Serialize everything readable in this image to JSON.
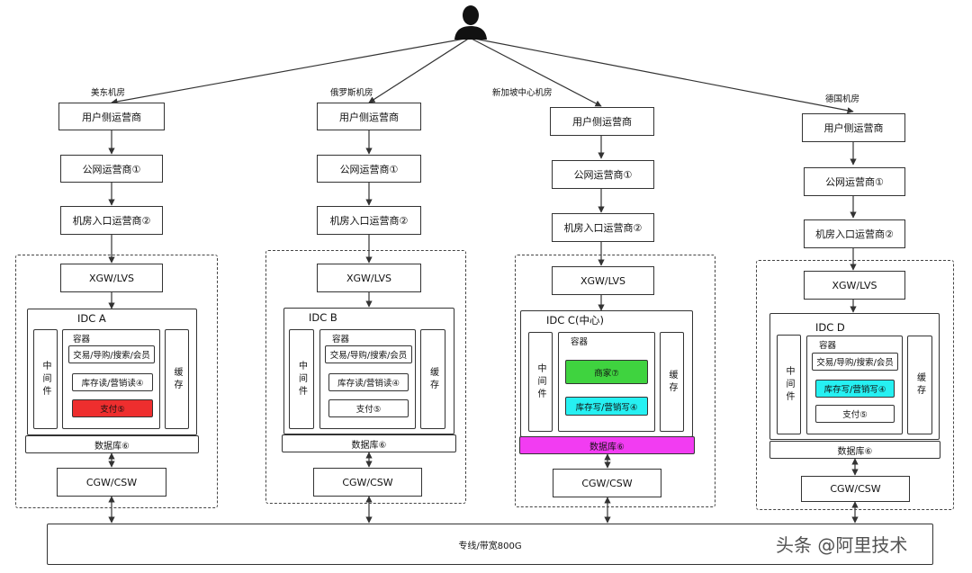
{
  "colors": {
    "red": "#ee2e2e",
    "green": "#3fd33f",
    "cyan": "#26f0f2",
    "magenta": "#f23cf2"
  },
  "person_icon": "user-silhouette-icon",
  "rooms": [
    {
      "name": "美东机房",
      "user_op": "用户侧运营商",
      "public_op": "公网运营商①",
      "entry_op": "机房入口运营商②",
      "xgw": "XGW/LVS",
      "idc": "IDC A",
      "middleware": "中间件",
      "container": "容器",
      "items": [
        "交易/导购/搜索/会员",
        "库存读/营销读④",
        "支付⑤"
      ],
      "cache": "缓存",
      "db": "数据库⑥",
      "cgw": "CGW/CSW"
    },
    {
      "name": "俄罗斯机房",
      "user_op": "用户侧运营商",
      "public_op": "公网运营商①",
      "entry_op": "机房入口运营商②",
      "xgw": "XGW/LVS",
      "idc": "IDC B",
      "middleware": "中间件",
      "container": "容器",
      "items": [
        "交易/导购/搜索/会员",
        "库存读/营销读④",
        "支付⑤"
      ],
      "cache": "缓存",
      "db": "数据库⑥",
      "cgw": "CGW/CSW"
    },
    {
      "name": "新加坡中心机房",
      "user_op": "用户侧运营商",
      "public_op": "公网运营商①",
      "entry_op": "机房入口运营商②",
      "xgw": "XGW/LVS",
      "idc": "IDC C(中心)",
      "middleware": "中间件",
      "container": "容器",
      "items": [
        "商家⑦",
        "库存写/营销写④"
      ],
      "cache": "缓存",
      "db": "数据库⑥",
      "cgw": "CGW/CSW"
    },
    {
      "name": "德国机房",
      "user_op": "用户侧运营商",
      "public_op": "公网运营商①",
      "entry_op": "机房入口运营商②",
      "xgw": "XGW/LVS",
      "idc": "IDC D",
      "middleware": "中间件",
      "container": "容器",
      "items": [
        "交易/导购/搜索/会员",
        "库存写/营销写④",
        "支付⑤"
      ],
      "cache": "缓存",
      "db": "数据库⑥",
      "cgw": "CGW/CSW"
    }
  ],
  "backbone": "专线/带宽800G",
  "watermark": "头条 @阿里技术"
}
